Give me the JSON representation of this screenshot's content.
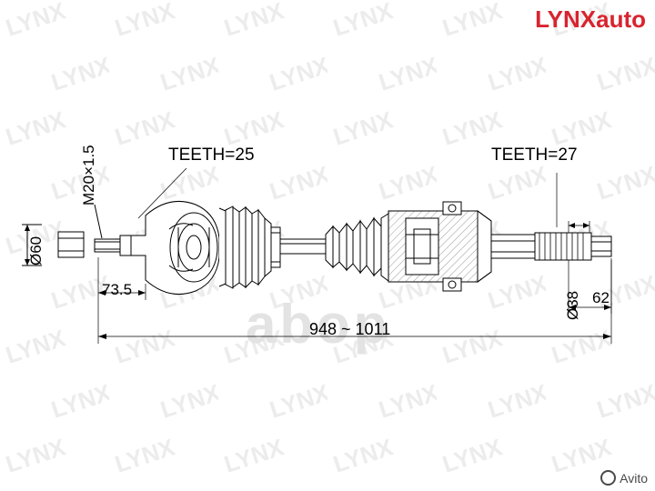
{
  "brand": {
    "logo_text": "LYNXauto",
    "logo_color": "#d8242f"
  },
  "watermarks": {
    "center_text": "abop",
    "tile_text": "LYNX"
  },
  "diagram": {
    "title": "drive-shaft-technical-drawing",
    "labels": {
      "thread": "M20×1.5",
      "diameter_60": "Ø60",
      "teeth_left": "TEETH=25",
      "teeth_right": "TEETH=27",
      "length_735": "73.5",
      "overall_length": "948 ~ 1011",
      "diameter_38": "Ø38",
      "length_62": "62"
    }
  },
  "footer": {
    "marketplace": "Avito",
    "icon": "circle-icon"
  }
}
